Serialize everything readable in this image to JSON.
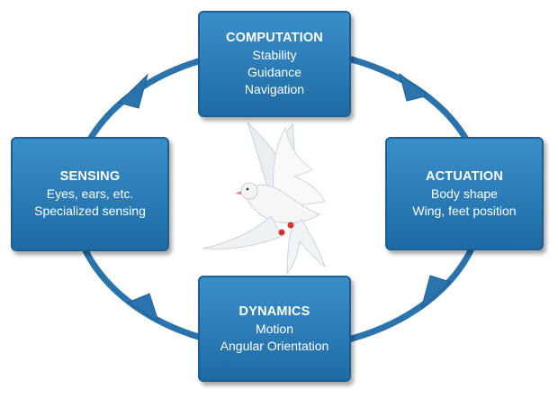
{
  "diagram": {
    "nodes": [
      {
        "id": "computation",
        "title": "COMPUTATION",
        "lines": [
          "Stability",
          "Guidance",
          "Navigation"
        ]
      },
      {
        "id": "actuation",
        "title": "ACTUATION",
        "lines": [
          "Body shape",
          "Wing, feet position"
        ]
      },
      {
        "id": "dynamics",
        "title": "DYNAMICS",
        "lines": [
          "Motion",
          "Angular Orientation"
        ]
      },
      {
        "id": "sensing",
        "title": "SENSING",
        "lines": [
          "Eyes, ears, etc.",
          "Specialized sensing"
        ]
      }
    ],
    "cycle_direction": "clockwise",
    "colors": {
      "box_fill": "#2a7bb6",
      "box_border": "#1b5f93",
      "arrow": "#2b73ad",
      "text": "#ffffff"
    },
    "center_image": "white-dove"
  }
}
